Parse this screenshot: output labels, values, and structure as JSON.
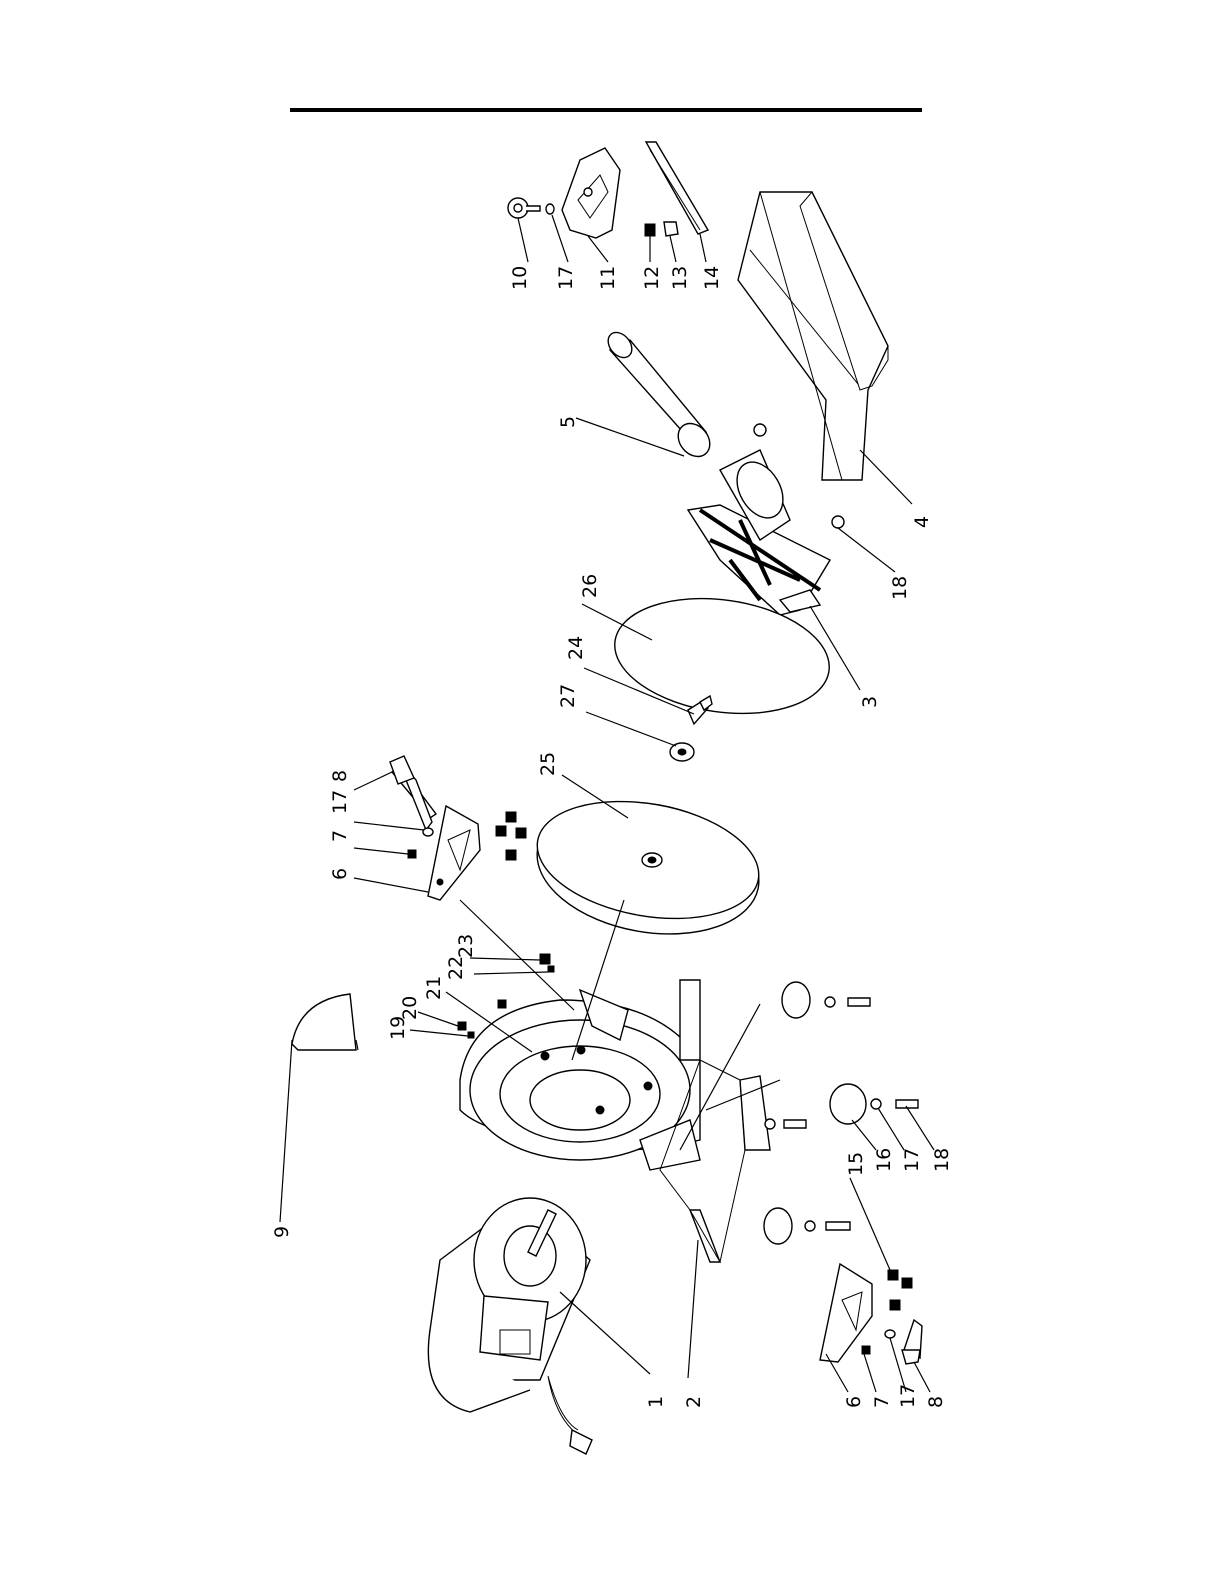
{
  "diagram": {
    "callouts": {
      "p1": "1",
      "p2": "2",
      "p3": "3",
      "p4": "4",
      "p5": "5",
      "p6a": "6",
      "p6b": "6",
      "p7a": "7",
      "p7b": "7",
      "p8a": "8",
      "p8b": "8",
      "p9": "9",
      "p10": "10",
      "p11": "11",
      "p12": "12",
      "p13": "13",
      "p14": "14",
      "p15": "15",
      "p16": "16",
      "p17a": "17",
      "p17b": "17",
      "p17c": "17",
      "p17d": "17",
      "p18a": "18",
      "p18b": "18",
      "p19": "19",
      "p20": "20",
      "p21": "21",
      "p22": "22",
      "p23": "23",
      "p24": "24",
      "p25": "25",
      "p26": "26",
      "p27": "27"
    }
  }
}
